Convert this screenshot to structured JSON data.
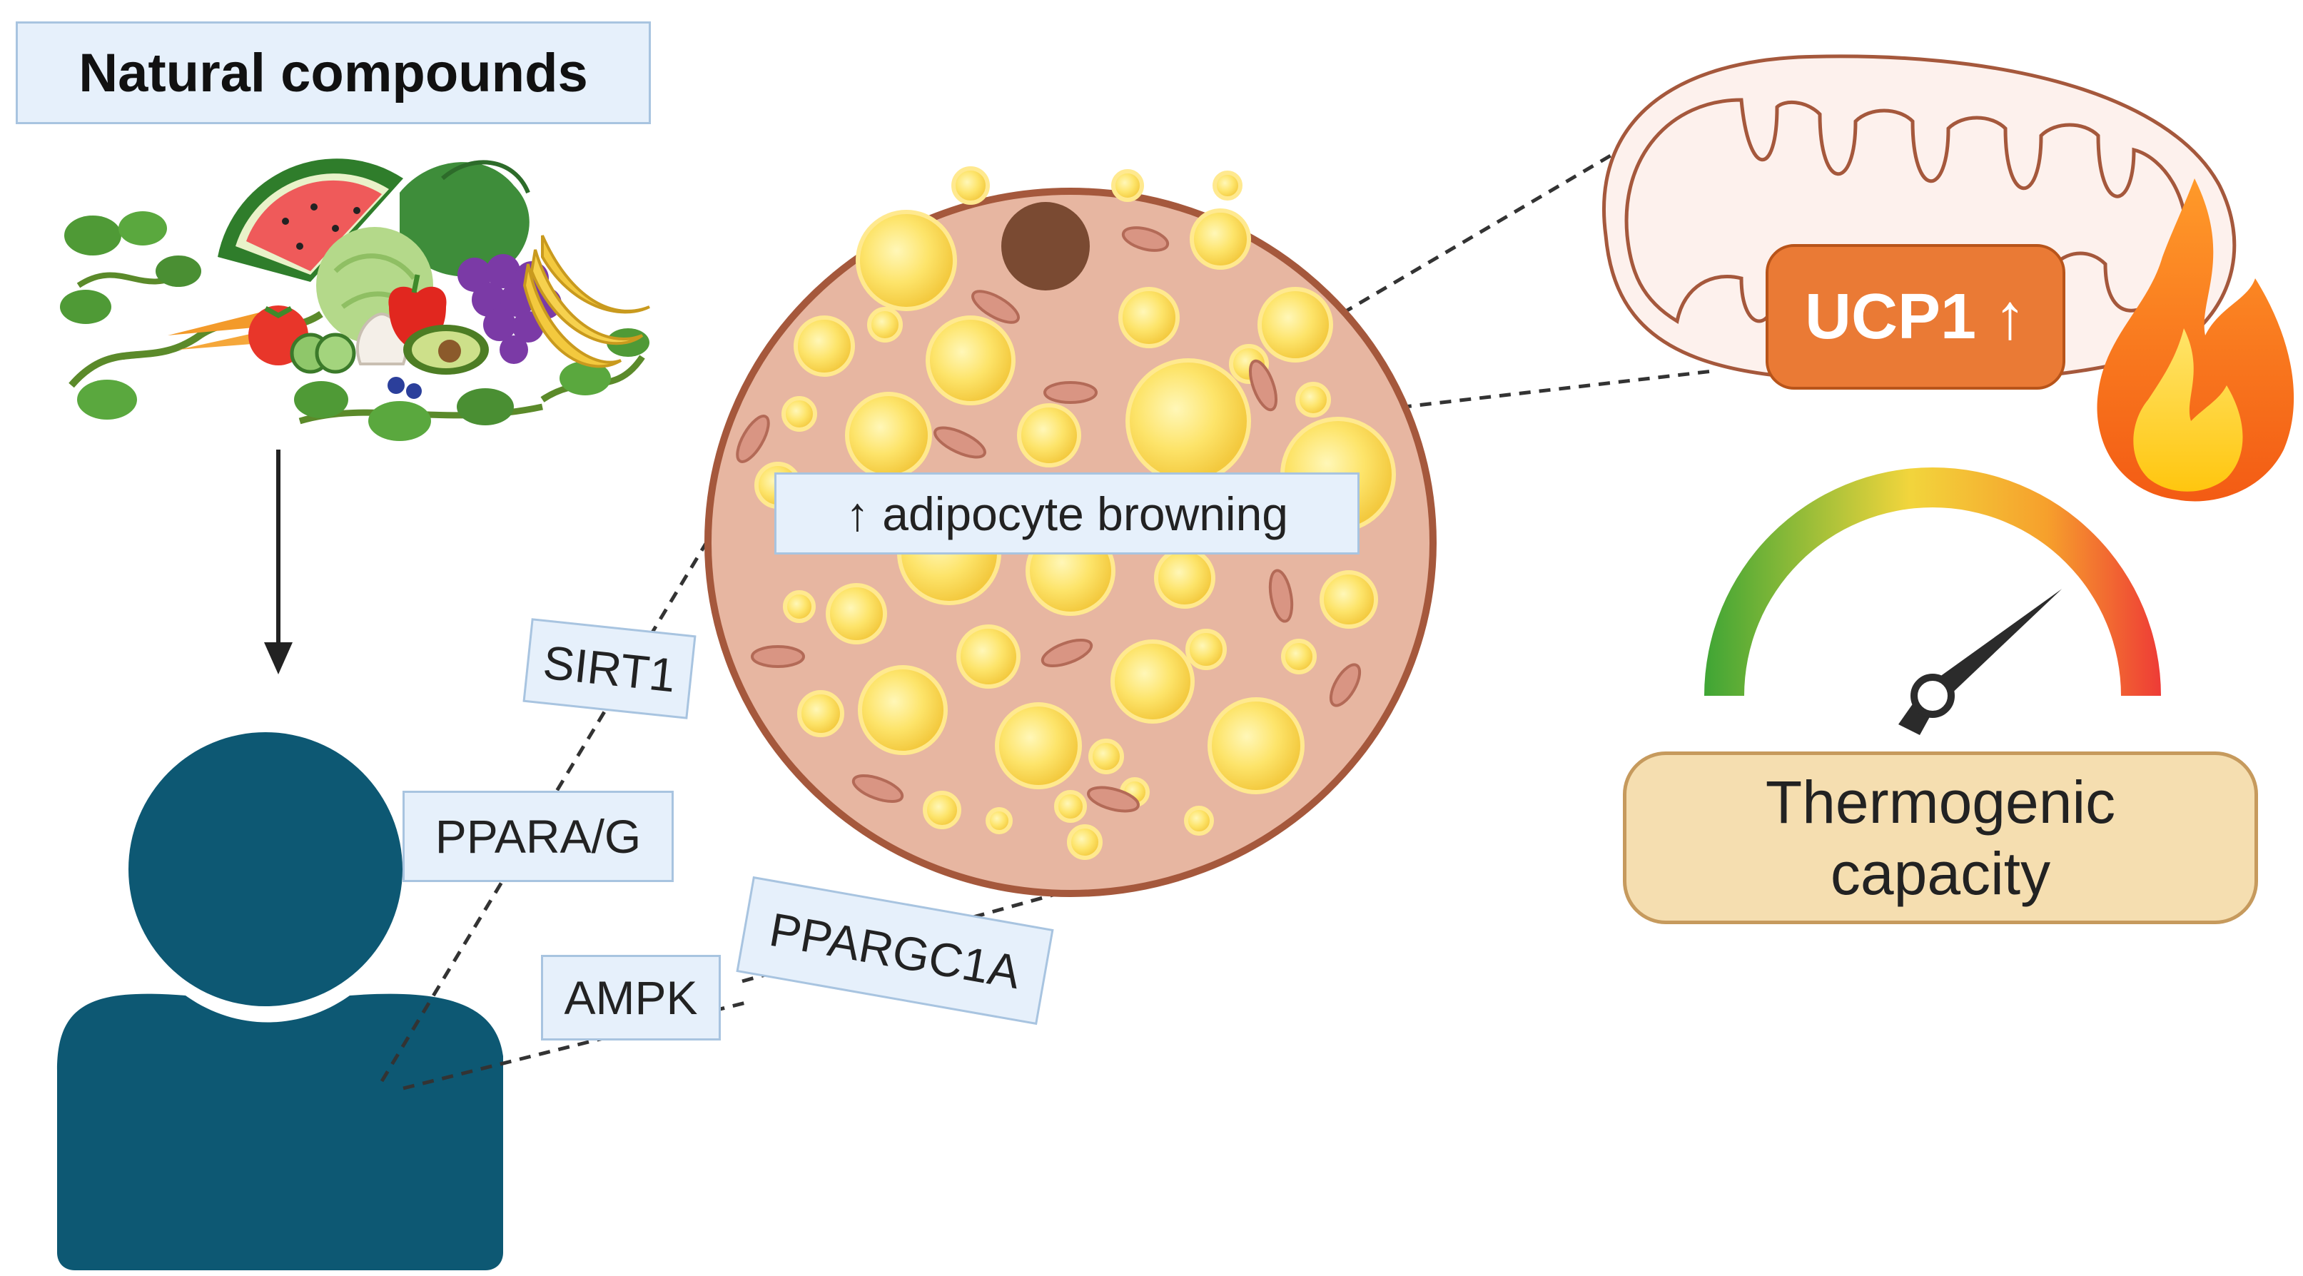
{
  "title": "Natural compounds",
  "center": {
    "browning_label": "↑ adipocyte browning"
  },
  "pathway_labels": {
    "sirt1": "SIRT1",
    "ppara_g": "PPARA/G",
    "ampk": "AMPK",
    "ppargc1a": "PPARGC1A"
  },
  "mitochondrion": {
    "ucp1_label": "UCP1 ↑"
  },
  "gauge": {
    "caption": "Thermogenic capacity",
    "level": 0.78
  },
  "colors": {
    "person": "#0d5873",
    "adipocyte_fill": "#e7b6a1",
    "adipocyte_border": "#a5583c",
    "lipid_droplet": "#fde46a",
    "nucleus": "#7a4a32",
    "label_box_fill": "#e6f0fb",
    "label_box_border": "#a8c4e0",
    "ucp1_fill": "#ea7a35",
    "thermo_fill": "#f5deb0",
    "flame_outer": "#f6731c",
    "flame_inner": "#ffd21f"
  },
  "icons": {
    "fruits": "fruits-vegetables-icon",
    "person": "person-icon",
    "cell": "adipocyte-icon",
    "mitochondrion": "mitochondrion-icon",
    "flame": "flame-icon",
    "gauge": "gauge-icon"
  }
}
